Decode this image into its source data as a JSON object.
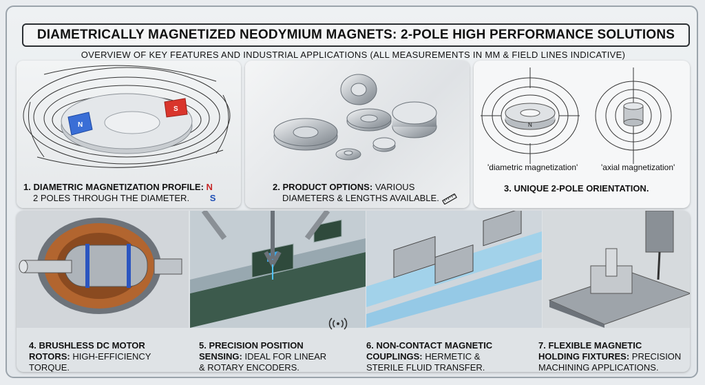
{
  "title": "DIAMETRICALLY MAGNETIZED NEODYMIUM MAGNETS: 2-POLE HIGH PERFORMANCE SOLUTIONS",
  "subtitle": "OVERVIEW OF KEY FEATURES AND INDUSTRIAL APPLICATIONS (ALL MEASUREMENTS IN MM & FIELD LINES INDICATIVE)",
  "panels": {
    "p1": {
      "heading": "1. DIAMETRIC MAGNETIZATION PROFILE:",
      "body": "2 POLES THROUGH THE DIAMETER.",
      "pole_n": "N",
      "pole_s": "S",
      "magnet_n": "N",
      "magnet_s": "S"
    },
    "p2": {
      "heading": "2. PRODUCT OPTIONS:",
      "body_inline": "VARIOUS",
      "body": "DIAMETERS & LENGTHS AVAILABLE."
    },
    "p3": {
      "heading": "3. UNIQUE 2-POLE ORIENTATION.",
      "label_left": "'diametric magnetization'",
      "label_right": "'axial magnetization'",
      "ring_pole": "N"
    },
    "p4": {
      "heading": "4. BRUSHLESS DC MOTOR",
      "heading2": "ROTORS:",
      "body": "HIGH-EFFICIENCY",
      "body2": "TORQUE."
    },
    "p5": {
      "heading": "5. PRECISION POSITION",
      "heading2": "SENSING:",
      "body": "IDEAL FOR LINEAR",
      "body2": "& ROTARY ENCODERS."
    },
    "p6": {
      "heading": "6. NON-CONTACT MAGNETIC",
      "heading2": "COUPLINGS:",
      "body": "HERMETIC &",
      "body2": "STERILE FLUID TRANSFER."
    },
    "p7": {
      "heading": "7. FLEXIBLE MAGNETIC",
      "heading2": "HOLDING FIXTURES:",
      "body": "PRECISION",
      "body2": "MACHINING APPLICATIONS."
    }
  }
}
